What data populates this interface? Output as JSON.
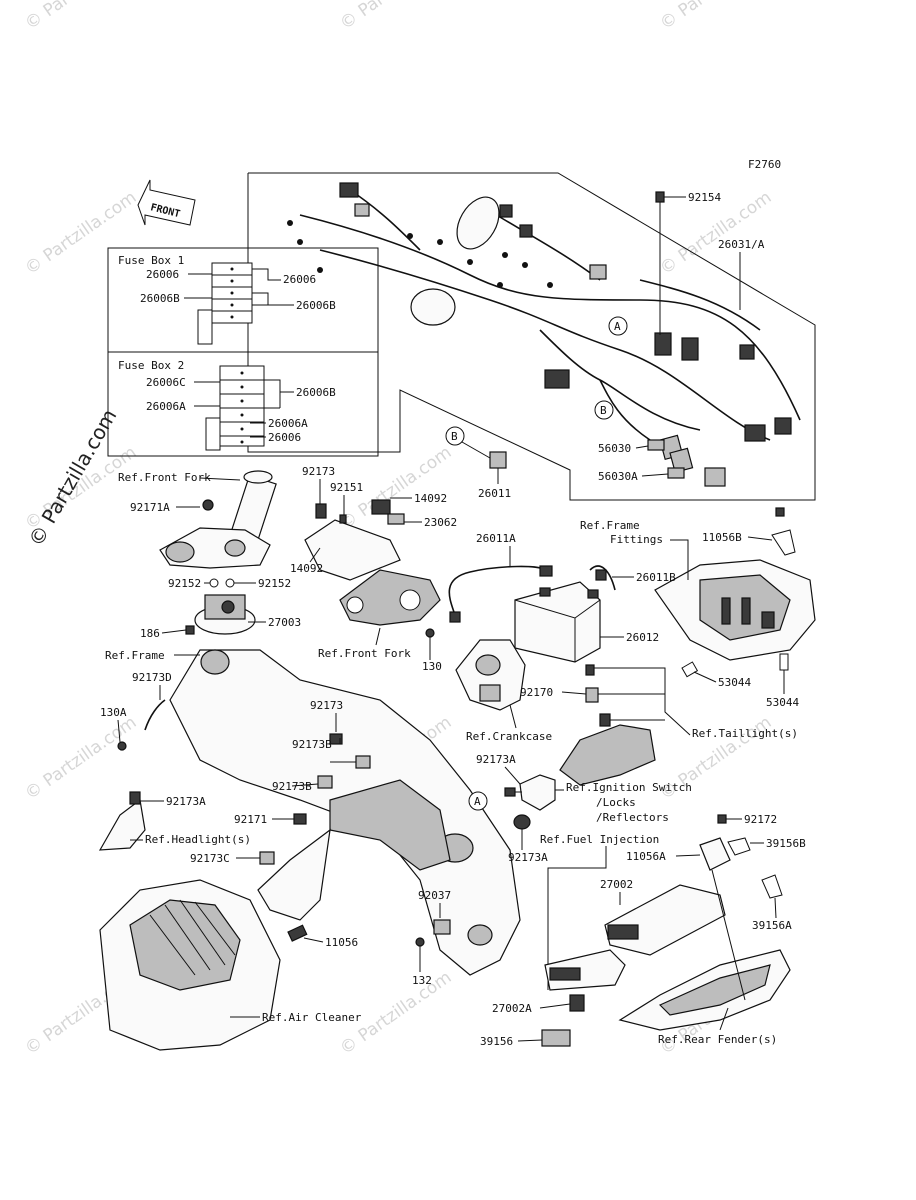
{
  "figure_code": "F2760",
  "front_marker": "FRONT",
  "watermark_main": "© Partzilla.com",
  "watermark_repeat": "© Partzilla.com",
  "fuse_box_1": {
    "title": "Fuse Box 1",
    "left_labels": [
      "26006",
      "26006B"
    ],
    "right_labels": [
      "26006",
      "26006B"
    ]
  },
  "fuse_box_2": {
    "title": "Fuse Box 2",
    "left_labels": [
      "26006C",
      "26006A"
    ],
    "right_labels": [
      "26006B",
      "26006A",
      "26006"
    ]
  },
  "callouts": {
    "A": "A",
    "B": "B"
  },
  "labels": {
    "p92154": "92154",
    "p26031A": "26031/A",
    "p56030": "56030",
    "p56030A": "56030A",
    "p26011": "26011",
    "p11056B": "11056B",
    "ref_frame_fittings_1": "Ref.Frame",
    "ref_frame_fittings_2": "Fittings",
    "p92173_top": "92173",
    "p92151": "92151",
    "p14092_top": "14092",
    "p23062": "23062",
    "p14092_left": "14092",
    "ref_front_fork_top": "Ref.Front Fork",
    "p92171A": "92171A",
    "p92152_a": "92152",
    "p92152_b": "92152",
    "p186": "186",
    "p27003": "27003",
    "ref_front_fork_mid": "Ref.Front Fork",
    "p26011A": "26011A",
    "p26011B": "26011B",
    "p26012": "26012",
    "p130": "130",
    "p53044_a": "53044",
    "p53044_b": "53044",
    "ref_frame": "Ref.Frame",
    "p92173D": "92173D",
    "p130A": "130A",
    "p92173_mid": "92173",
    "p92173B_a": "92173B",
    "p92173B_b": "92173B",
    "p92170": "92170",
    "ref_crankcase": "Ref.Crankcase",
    "ref_taillight": "Ref.Taillight(s)",
    "p92173A_top": "92173A",
    "ref_ignition_1": "Ref.Ignition Switch",
    "ref_ignition_2": "/Locks",
    "ref_ignition_3": "/Reflectors",
    "p92173A_left": "92173A",
    "p92172": "92172",
    "ref_headlight": "Ref.Headlight(s)",
    "p92171": "92171",
    "p92173A_bottom": "92173A",
    "ref_fuel_injection": "Ref.Fuel Injection",
    "p11056A": "11056A",
    "p39156B": "39156B",
    "p92173C": "92173C",
    "p27002": "27002",
    "p39156A": "39156A",
    "p92037": "92037",
    "p11056": "11056",
    "p132": "132",
    "ref_air_cleaner": "Ref.Air Cleaner",
    "p27002A": "27002A",
    "p39156": "39156",
    "ref_rear_fender": "Ref.Rear Fender(s)"
  }
}
